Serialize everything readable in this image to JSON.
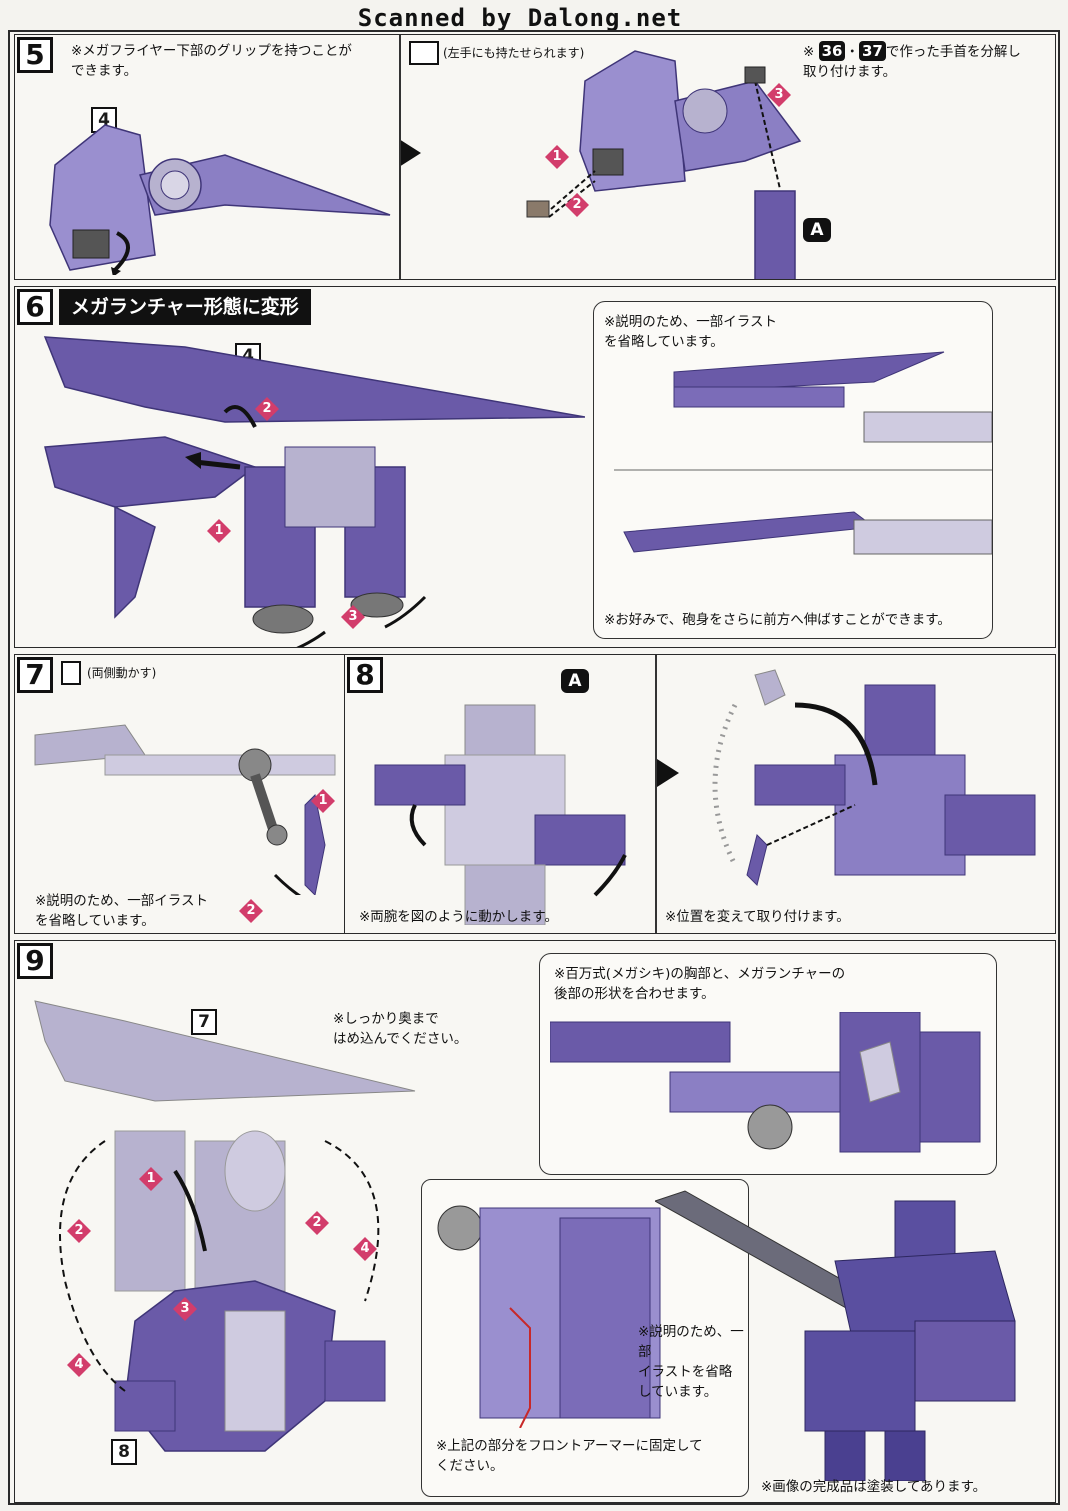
{
  "watermark": "Scanned by Dalong.net",
  "colors": {
    "armor": "#6a5aa8",
    "armor_dark": "#3f3578",
    "armor_light": "#9a8fcf",
    "marker": "#d23d6b",
    "ink": "#111111"
  },
  "step5": {
    "number": "5",
    "note": "※メガフライヤー下部のグリップを持つことが\nできます。",
    "ref": "4",
    "tool_note": "(左手にも持たせられます)",
    "right_note_tail": "で作った手首を分解し\n取り付けます。",
    "badge_a": "36",
    "badge_sep": "・",
    "badge_b": "37",
    "a_label": "A",
    "markers": [
      "1",
      "2",
      "3"
    ]
  },
  "step6": {
    "number": "6",
    "title": "メガランチャー形態に変形",
    "ref": "4",
    "box_note": "※説明のため、一部イラスト\nを省略しています。",
    "box_bottom_note": "※お好みで、砲身をさらに前方へ伸ばすことができます。",
    "markers": [
      "1",
      "2",
      "3"
    ]
  },
  "step7": {
    "number": "7",
    "tool_note": "(両側動かす)",
    "note": "※説明のため、一部イラスト\nを省略しています。",
    "markers": [
      "1",
      "2"
    ]
  },
  "step8": {
    "number": "8",
    "a_label": "A",
    "left_note": "※両腕を図のように動かします。",
    "right_note": "※位置を変えて取り付けます。"
  },
  "step9": {
    "number": "9",
    "ref_top": "7",
    "ref_bottom": "8",
    "press_note": "※しっかり奥まで\nはめ込んでください。",
    "box_note": "※百万式(メガシキ)の胸部と、メガランチャーの\n後部の形状を合わせます。",
    "detail_note": "※説明のため、一部\nイラストを省略\nしています。",
    "fix_note": "※上記の部分をフロントアーマーに固定して\nください。",
    "photo_note": "※画像の完成品は塗装してあります。",
    "markers": [
      "1",
      "2",
      "2",
      "3",
      "4",
      "4"
    ]
  }
}
